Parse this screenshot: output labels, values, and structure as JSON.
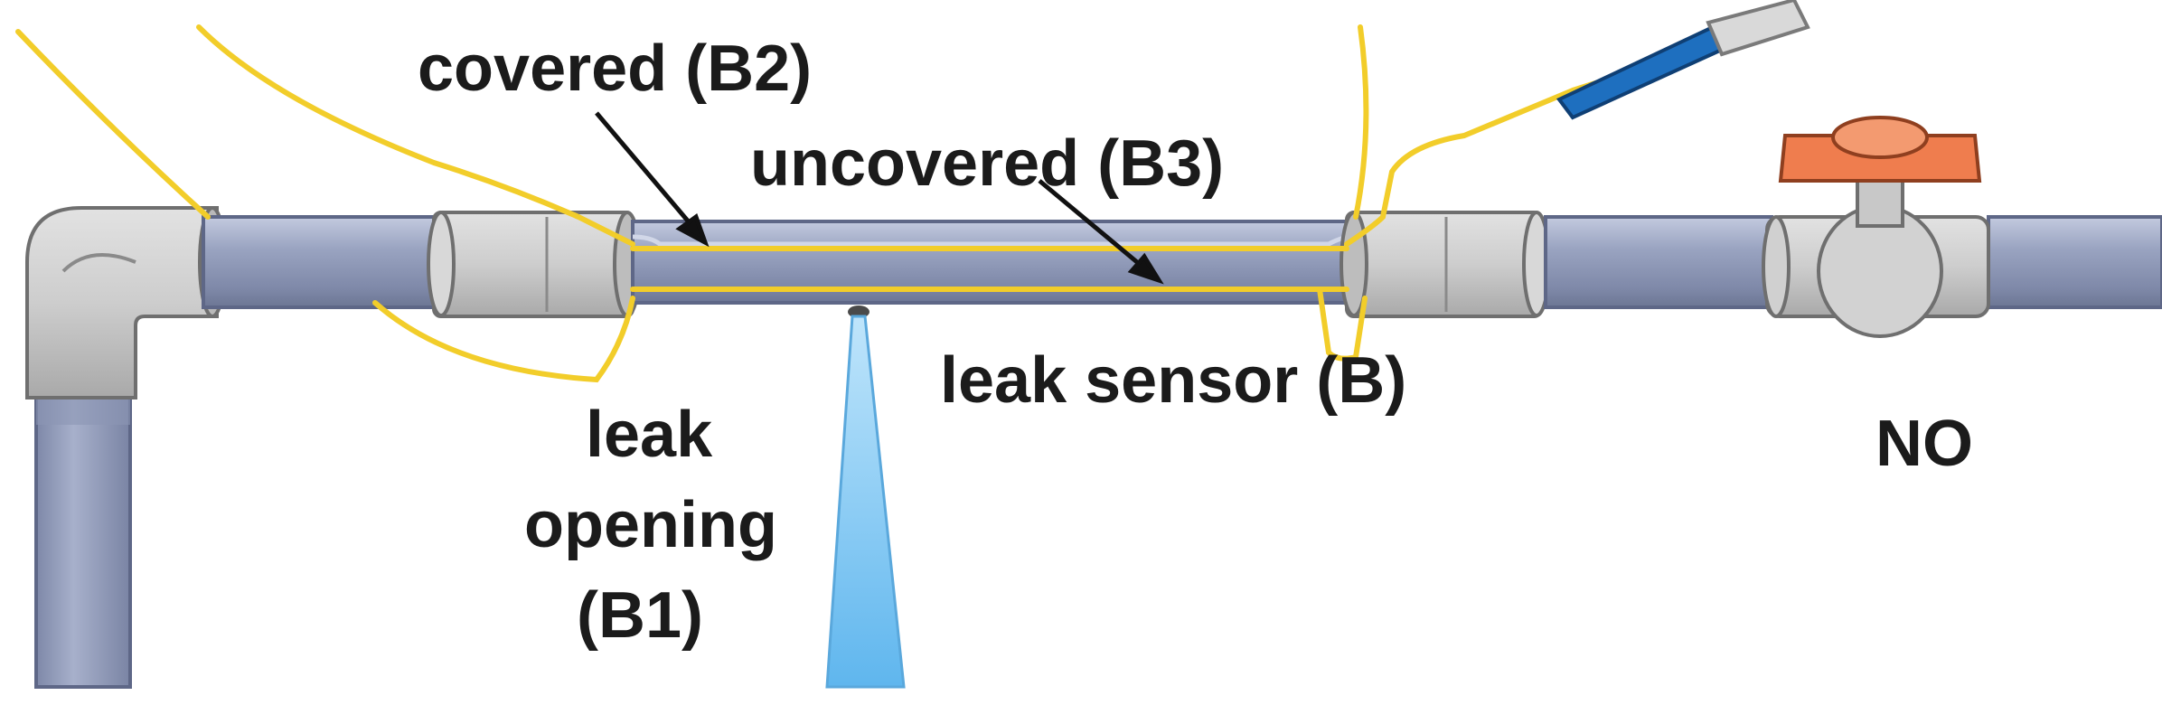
{
  "labels": {
    "covered": "covered (B2)",
    "uncovered": "uncovered (B3)",
    "leak_sensor": "leak sensor (B)",
    "leak_opening_line1": "leak",
    "leak_opening_line2": "opening",
    "leak_opening_line3": "(B1)",
    "valve_state": "NO"
  },
  "colors": {
    "pipe": "#8f9ab8",
    "pipe_dark": "#6c7694",
    "pipe_light": "#b7bfd6",
    "fitting": "#c9c9c9",
    "fitting_dark": "#8c8c8c",
    "sensor_wire": "#f2cd2a",
    "valve_handle": "#ef7d4e",
    "water_jet": "#7fc6f0",
    "probe_tip": "#1e6fbf",
    "text": "#1b1b1b"
  },
  "icons": [
    "elbow-fitting",
    "coupling",
    "ball-valve",
    "water-jet",
    "probe"
  ]
}
